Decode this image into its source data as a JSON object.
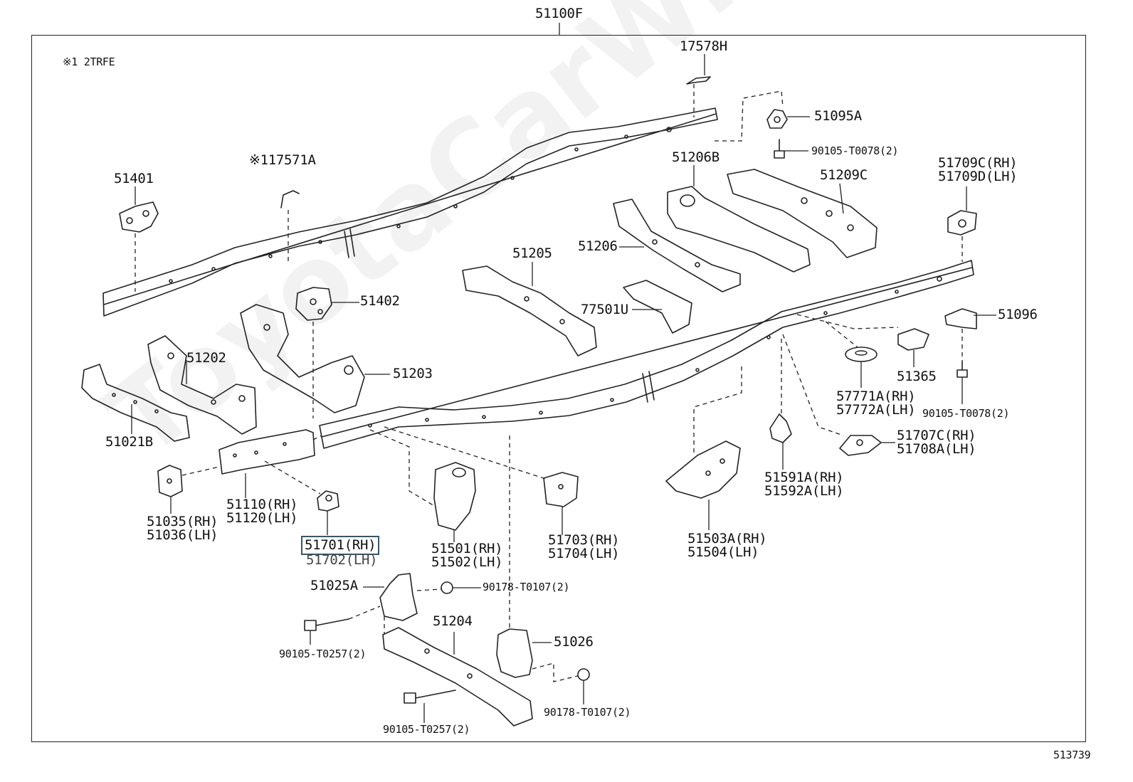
{
  "diagram": {
    "top_code": "51100F",
    "note": "※1 2TRFE",
    "figure_no": "513739",
    "watermark": "ToyotaCarWine.ru",
    "selected_part": "51701(RH)",
    "highlight_color": "#3b5566",
    "labels": {
      "p17578H": "17578H",
      "p51095A": "51095A",
      "p90105_T0078_top": "90105-T0078(2)",
      "p17571A": "※117571A",
      "p51401": "51401",
      "p51206B": "51206B",
      "p51209C": "51209C",
      "p51709C": "51709C(RH)",
      "p51709D": "51709D(LH)",
      "p51205": "51205",
      "p51206": "51206",
      "p51402": "51402",
      "p77501U": "77501U",
      "p51096": "51096",
      "p51202": "51202",
      "p51203": "51203",
      "p51021B": "51021B",
      "p51365": "51365",
      "p57771A": "57771A(RH)",
      "p57772A": "57772A(LH)",
      "p90105_T0078_right": "90105-T0078(2)",
      "p51707C": "51707C(RH)",
      "p51708A": "51708A(LH)",
      "p51591A": "51591A(RH)",
      "p51592A": "51592A(LH)",
      "p51110": "51110(RH)",
      "p51120": "51120(LH)",
      "p51035": "51035(RH)",
      "p51036": "51036(LH)",
      "p51701": "51701(RH)",
      "p51702": "51702(LH)",
      "p51501": "51501(RH)",
      "p51502": "51502(LH)",
      "p51703": "51703(RH)",
      "p51704": "51704(LH)",
      "p51503A": "51503A(RH)",
      "p51504": "51504(LH)",
      "p51025A": "51025A",
      "p90178_T0107_top": "90178-T0107(2)",
      "p51204": "51204",
      "p51026": "51026",
      "p90105_T0257_left": "90105-T0257(2)",
      "p90178_T0107_bottom": "90178-T0107(2)",
      "p90105_T0257_bottom": "90105-T0257(2)"
    }
  }
}
